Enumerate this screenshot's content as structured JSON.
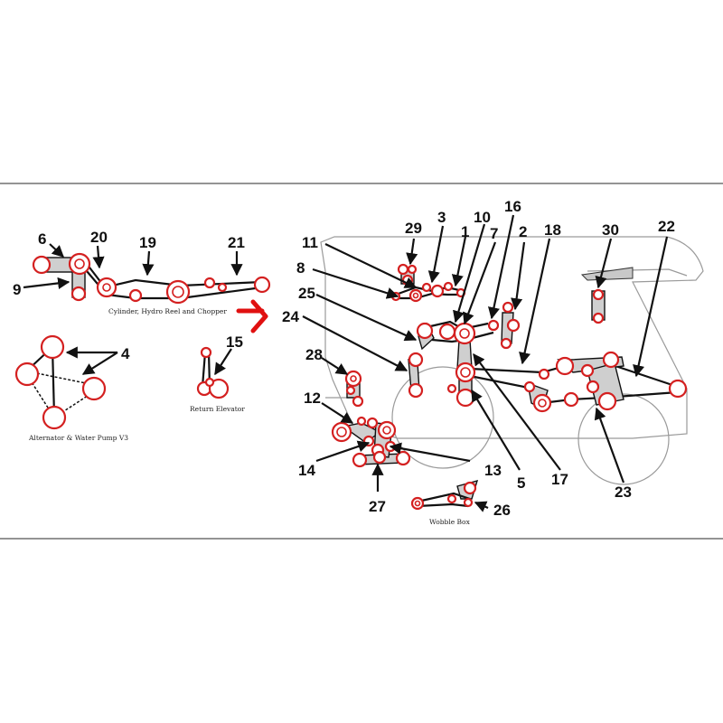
{
  "diagram": {
    "labels": [
      "1",
      "2",
      "3",
      "4",
      "5",
      "6",
      "7",
      "8",
      "9",
      "10",
      "11",
      "12",
      "13",
      "14",
      "15",
      "16",
      "17",
      "18",
      "19",
      "20",
      "21",
      "22",
      "23",
      "24",
      "25",
      "26",
      "27",
      "28",
      "29",
      "30"
    ],
    "captions": {
      "cylinder_group": "Cylinder, Hydro Reel and Chopper",
      "alternator_group": "Alternator & Water Pump V3",
      "return_elevator": "Return Elevator",
      "wobble_box": "Wobble Box"
    },
    "colors": {
      "pulley": "#d42020",
      "arrow": "#e01010",
      "belt": "#111111",
      "chassis": "#9a9a9a",
      "frame_line": "#555555"
    },
    "icons": {
      "pointer": "red-right-arrow-icon"
    }
  }
}
